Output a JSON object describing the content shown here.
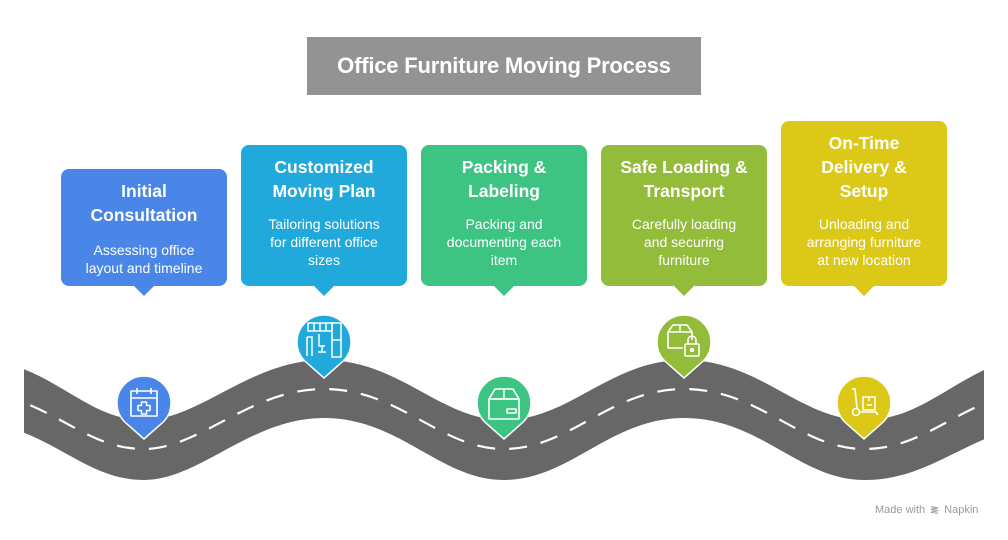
{
  "title": "Office Furniture Moving Process",
  "steps": [
    {
      "title": "Initial\nConsultation",
      "description": "Assessing office\nlayout and timeline",
      "color": "#4a86e8",
      "icon": "calendar-medical-icon"
    },
    {
      "title": "Customized\nMoving Plan",
      "description": "Tailoring solutions\nfor different office\nsizes",
      "color": "#22a9dc",
      "icon": "office-layout-icon"
    },
    {
      "title": "Packing &\nLabeling",
      "description": "Packing and\ndocumenting each\nitem",
      "color": "#3dc483",
      "icon": "box-icon"
    },
    {
      "title": "Safe Loading &\nTransport",
      "description": "Carefully loading\nand securing\nfurniture",
      "color": "#92bc3a",
      "icon": "box-lock-icon"
    },
    {
      "title": "On-Time\nDelivery &\nSetup",
      "description": "Unloading and\narranging furniture\nat new location",
      "color": "#dcc817",
      "icon": "hand-truck-icon"
    }
  ],
  "road_color": "#676767",
  "footer": {
    "made_with": "Made with",
    "brand": "Napkin"
  }
}
